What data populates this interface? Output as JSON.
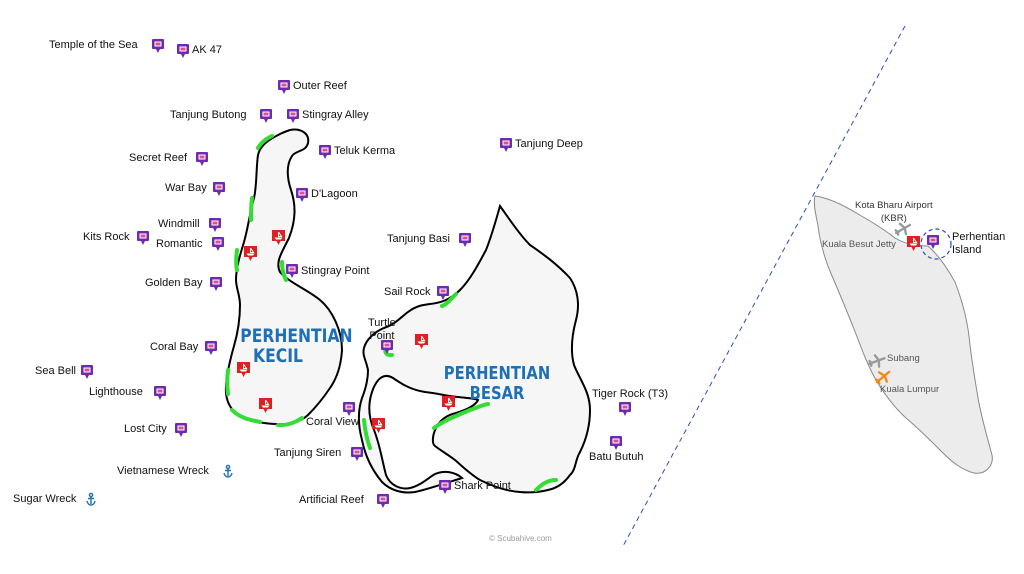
{
  "islands": {
    "kecil": [
      "PERHENTIAN",
      "KECIL"
    ],
    "besar": "PERHENTIAN BESAR"
  },
  "dive_sites": {
    "temple_of_the_sea": "Temple of the Sea",
    "ak47": "AK 47",
    "outer_reef": "Outer Reef",
    "tanjung_butong": "Tanjung Butong",
    "stingray_alley": "Stingray Alley",
    "secret_reef": "Secret Reef",
    "teluk_kerma": "Teluk Kerma",
    "tanjung_deep": "Tanjung Deep",
    "war_bay": "War Bay",
    "d_lagoon": "D'Lagoon",
    "windmill": "Windmill",
    "kits_rock": "Kits Rock",
    "romantic": "Romantic",
    "tanjung_basi": "Tanjung Basi",
    "stingray_point": "Stingray Point",
    "golden_bay": "Golden Bay",
    "sail_rock": "Sail Rock",
    "turtle_point": [
      "Turtle",
      "Point"
    ],
    "coral_bay": "Coral Bay",
    "sea_bell": "Sea Bell",
    "lighthouse": "Lighthouse",
    "tiger_rock": "Tiger Rock (T3)",
    "coral_view": "Coral View",
    "lost_city": "Lost City",
    "batu_butuh": "Batu Butuh",
    "tanjung_siren": "Tanjung Siren",
    "vietnamese_wreck": "Vietnamese Wreck",
    "shark_point": "Shark Point",
    "sugar_wreck": "Sugar Wreck",
    "artificial_reef": "Artificial Reef"
  },
  "inset": {
    "kota_bharu": [
      "Kota Bharu Airport",
      "(KBR)"
    ],
    "kuala_besut": "Kuala Besut Jetty",
    "perhentian_island": [
      "Perhentian",
      "Island"
    ],
    "subang": "Subang",
    "kuala_lumpur": "Kuala Lumpur"
  },
  "watermark": "© Scubahive.com",
  "colors": {
    "dive_pin": "#6c2bb0",
    "jetty": "#e02020",
    "coral": "#33dd33",
    "island_fill": "#f6f6f6",
    "label_blue": "#1d6fb8",
    "airport_grey": "#9a9a9a",
    "airport_orange": "#f08a1c",
    "anchor": "#1d6fb8"
  }
}
